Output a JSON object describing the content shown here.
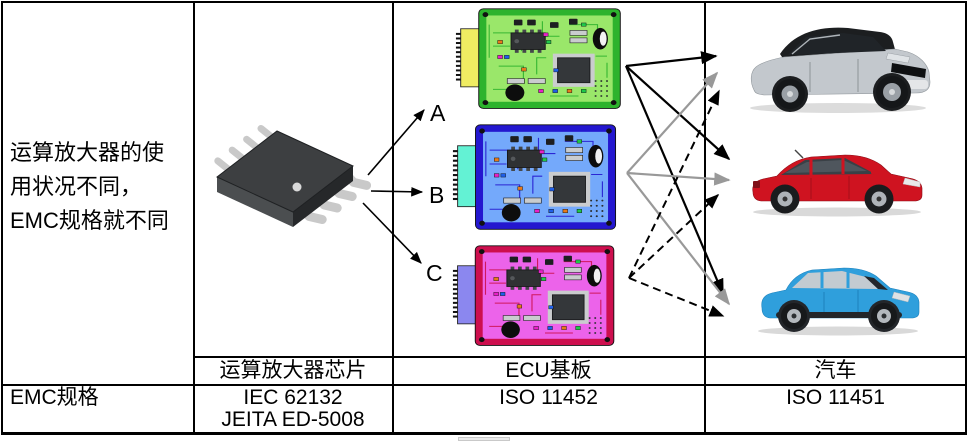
{
  "table": {
    "left_note_lines": [
      "运算放大器的使",
      "用状况不同，",
      "EMC规格就不同"
    ],
    "header_row": {
      "opamp_chip": "运算放大器芯片",
      "ecu_board": "ECU基板",
      "car": "汽车"
    },
    "emc_row": {
      "label": "EMC规格",
      "opamp_specs": [
        "IEC 62132",
        "JEITA ED-5008"
      ],
      "ecu_spec": "ISO 11452",
      "car_spec": "ISO 11451"
    }
  },
  "diagram": {
    "variant_labels": [
      "A",
      "B",
      "C"
    ],
    "chip": {
      "body_color": "#3d3f41",
      "pin_color": "#c9c9c9"
    },
    "boards": [
      {
        "variant": "A",
        "frame": "#2db32d",
        "inner": "#9ae76a",
        "connector": "#f0ec62"
      },
      {
        "variant": "B",
        "frame": "#2417cf",
        "inner": "#74a9fb",
        "connector": "#63f2d4"
      },
      {
        "variant": "C",
        "frame": "#cd0f4e",
        "inner": "#ec63ea",
        "connector": "#8b87ef"
      }
    ],
    "cars": [
      {
        "type": "suv-silver",
        "body": "#c3c8cd",
        "roof": "#1c1e20"
      },
      {
        "type": "hatchback-red",
        "body": "#cf1320",
        "roof": "#3a4046"
      },
      {
        "type": "crossover-blue",
        "body": "#2f9fdc",
        "roof": "#23262a"
      }
    ],
    "arrow_colors": {
      "solid_black": "#000000",
      "solid_gray": "#999999"
    }
  }
}
